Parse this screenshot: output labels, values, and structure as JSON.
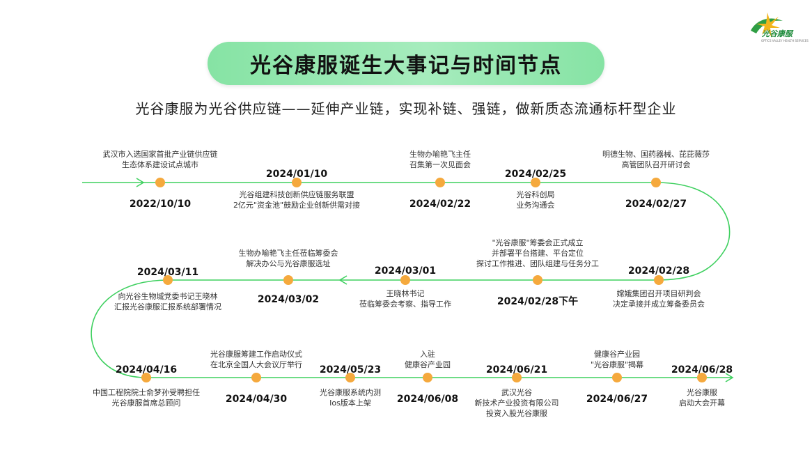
{
  "title": "光谷康服诞生大事记与时间节点",
  "subtitle": "光谷康服为光谷供应链——延伸产业链，实现补链、强链，做新质态流通标杆型企业",
  "logo": {
    "name": "光谷康服",
    "tagline": "OPTICS VALLEY HEALTH SERVICES"
  },
  "colors": {
    "line": "#3ed05f",
    "dot": "#f5a93d",
    "pill": "#9be9b4"
  },
  "events": [
    {
      "date": "2022/10/10",
      "desc": [
        "武汉市入选国家首批产业链供应链",
        "生态体系建设试点城市"
      ]
    },
    {
      "date": "2024/01/10",
      "desc": [
        "光谷组建科技创新供应链服务联盟",
        "2亿元\"资金池\"鼓励企业创新供需对接"
      ]
    },
    {
      "date": "2024/02/22",
      "desc": [
        "生物办喻艳飞主任",
        "召集第一次见面会"
      ]
    },
    {
      "date": "2024/02/25",
      "desc": [
        "光谷科创局",
        "业务沟通会"
      ]
    },
    {
      "date": "2024/02/27",
      "desc": [
        "明德生物、国药器械、芘芘薇莎",
        "高管团队召开研讨会"
      ]
    },
    {
      "date": "2024/02/28",
      "desc": [
        "嫦娥集团召开项目研判会",
        "决定承接并成立筹备委员会"
      ]
    },
    {
      "date": "2024/02/28下午",
      "desc": [
        "\"光谷康服\"筹委会正式成立",
        "并部署平台搭建、平台定位",
        "探讨工作推进、团队组建与任务分工"
      ]
    },
    {
      "date": "2024/03/01",
      "desc": [
        "王晓林书记",
        "莅临筹委会考察、指导工作"
      ]
    },
    {
      "date": "2024/03/02",
      "desc": [
        "生物办喻艳飞主任莅临筹委会",
        "解决办公与光谷康服选址"
      ]
    },
    {
      "date": "2024/03/11",
      "desc": [
        "向光谷生物城党委书记王晓林",
        "汇报光谷康服汇报系统部署情况"
      ]
    },
    {
      "date": "2024/04/16",
      "desc": [
        "中国工程院院士俞梦孙受聘担任",
        "光谷康服首席总顾问"
      ]
    },
    {
      "date": "2024/04/30",
      "desc": [
        "光谷康服筹建工作启动仪式",
        "在北京全国人大会议厅举行"
      ]
    },
    {
      "date": "2024/05/23",
      "desc": [
        "光谷康服系统内测",
        "Ios版本上架"
      ]
    },
    {
      "date": "2024/06/08",
      "desc": [
        "入驻",
        "健康谷产业园"
      ]
    },
    {
      "date": "2024/06/21",
      "desc": [
        "武汉光谷",
        "新技术产业投资有限公司",
        "投资入股光谷康服"
      ]
    },
    {
      "date": "2024/06/27",
      "desc": [
        "健康谷产业园",
        "\"光谷康服\"揭幕"
      ]
    },
    {
      "date": "2024/06/28",
      "desc": [
        "光谷康服",
        "启动大会开幕"
      ]
    }
  ]
}
